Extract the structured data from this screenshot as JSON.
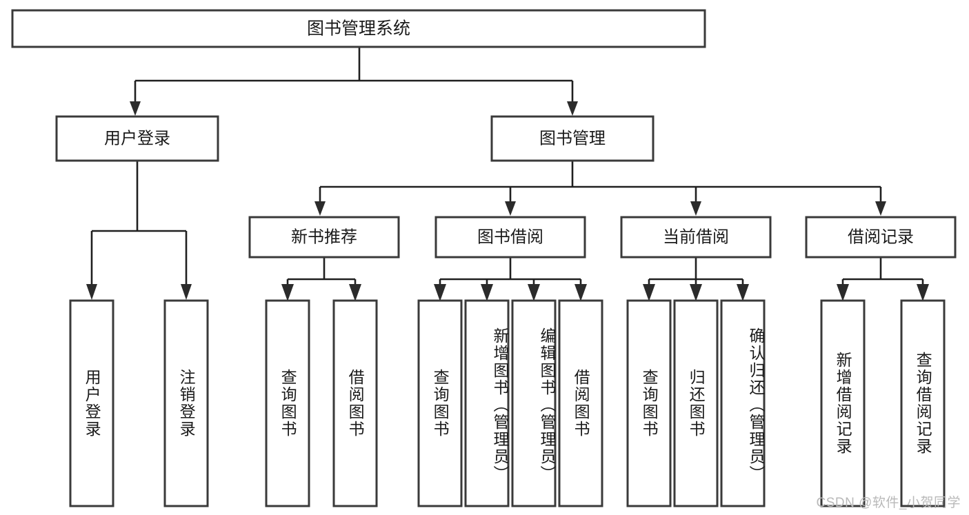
{
  "diagram": {
    "type": "tree",
    "title": "图书管理系统",
    "orientation": "top-down",
    "watermark": "CSDN @软件_小贺同学",
    "colors": {
      "background": "#ffffff",
      "box_border": "#3a3a3a",
      "box_fill": "#ffffff",
      "connector": "#1f1f1f",
      "text": "#1a1a1a",
      "watermark": "#b9b9b9"
    },
    "root": {
      "label": "图书管理系统"
    },
    "level2": [
      {
        "label": "用户登录"
      },
      {
        "label": "图书管理"
      }
    ],
    "level3": [
      {
        "label": "新书推荐"
      },
      {
        "label": "图书借阅"
      },
      {
        "label": "当前借阅"
      },
      {
        "label": "借阅记录"
      }
    ],
    "leaves": {
      "user_login": [
        "用户登录",
        "注销登录"
      ],
      "new_book_recommend": [
        "查询图书",
        "借阅图书"
      ],
      "book_borrow": [
        "查询图书",
        "新增图书（管理员）",
        "编辑图书（管理员）",
        "借阅图书"
      ],
      "current_borrow": [
        "查询图书",
        "归还图书",
        "确认归还（管理员）"
      ],
      "borrow_record": [
        "新增借阅记录",
        "查询借阅记录"
      ]
    },
    "edges": [
      {
        "from": "图书管理系统",
        "to": "用户登录"
      },
      {
        "from": "图书管理系统",
        "to": "图书管理"
      },
      {
        "from": "图书管理",
        "to": "新书推荐"
      },
      {
        "from": "图书管理",
        "to": "图书借阅"
      },
      {
        "from": "图书管理",
        "to": "当前借阅"
      },
      {
        "from": "图书管理",
        "to": "借阅记录"
      },
      {
        "from": "用户登录",
        "to": "用户登录"
      },
      {
        "from": "用户登录",
        "to": "注销登录"
      },
      {
        "from": "新书推荐",
        "to": "查询图书"
      },
      {
        "from": "新书推荐",
        "to": "借阅图书"
      },
      {
        "from": "图书借阅",
        "to": "查询图书"
      },
      {
        "from": "图书借阅",
        "to": "新增图书（管理员）"
      },
      {
        "from": "图书借阅",
        "to": "编辑图书（管理员）"
      },
      {
        "from": "图书借阅",
        "to": "借阅图书"
      },
      {
        "from": "当前借阅",
        "to": "查询图书"
      },
      {
        "from": "当前借阅",
        "to": "归还图书"
      },
      {
        "from": "当前借阅",
        "to": "确认归还（管理员）"
      },
      {
        "from": "借阅记录",
        "to": "新增借阅记录"
      },
      {
        "from": "借阅记录",
        "to": "查询借阅记录"
      }
    ]
  }
}
